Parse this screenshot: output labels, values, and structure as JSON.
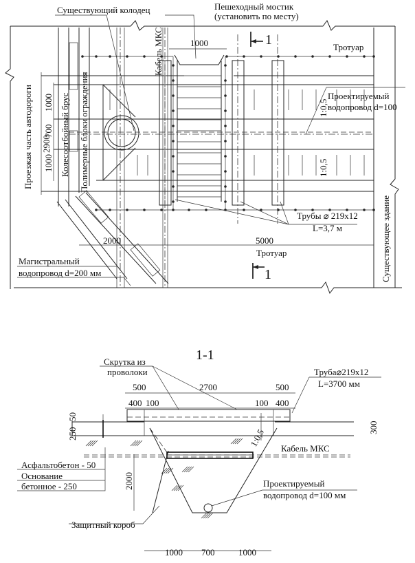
{
  "plan": {
    "labels": {
      "existing_well": "Существующий колодец",
      "footbridge_line1": "Пешеходный мостик",
      "footbridge_line2": "(установить по месту)",
      "sidewalk_top": "Тротуар",
      "sidewalk_bottom": "Тротуар",
      "cable": "Кабель МКС",
      "roadway": "Проезжая часть автодороги",
      "wheel_guard": "Колесоотбойный брус",
      "polymer_blocks": "Полимерные блоки ограждения",
      "designed_water_line1": "Проектируемый",
      "designed_water_line2": "водопровод d=100",
      "existing_building": "Существующее здание",
      "pipes_line1": "Трубы ⌀ 219х12",
      "pipes_line2": "L=3,7 м",
      "main_water_line1": "Магистральный",
      "main_water_line2": "водопровод d=200 мм",
      "slope_1": "1:0,5",
      "slope_2": "1:0,5",
      "section_mark": "1"
    },
    "dimensions": {
      "bridge_width": "1000",
      "trench_total": "2900",
      "trench_part_a": "1000",
      "trench_part_b": "700",
      "trench_part_c": "1000",
      "offset_left": "2000",
      "span": "5000"
    }
  },
  "section": {
    "title": "1-1",
    "labels": {
      "wire_twist_line1": "Скрутка из",
      "wire_twist_line2": "проволоки",
      "pipe_line1": "Труба⌀219х12",
      "pipe_line2": "L=3700 мм",
      "cable": "Кабель МКС",
      "asphalt": "Асфальтобетон - 50",
      "base_line1": "Основание",
      "base_line2": "бетонное - 250",
      "designed_water_line1": "Проектируемый",
      "designed_water_line2": "водопровод d=100 мм",
      "protective_box": "Защитный короб",
      "slope": "1:0,5"
    },
    "dimensions": {
      "left_500": "500",
      "left_400": "400",
      "left_100": "100",
      "span_2700": "2700",
      "right_100": "100",
      "right_400": "400",
      "right_500": "500",
      "layer_50": "50",
      "layer_250": "250",
      "layer_300": "300",
      "depth_2000": "2000",
      "bottom_1000_left": "1000",
      "bottom_700": "700",
      "bottom_1000_right": "1000"
    }
  }
}
